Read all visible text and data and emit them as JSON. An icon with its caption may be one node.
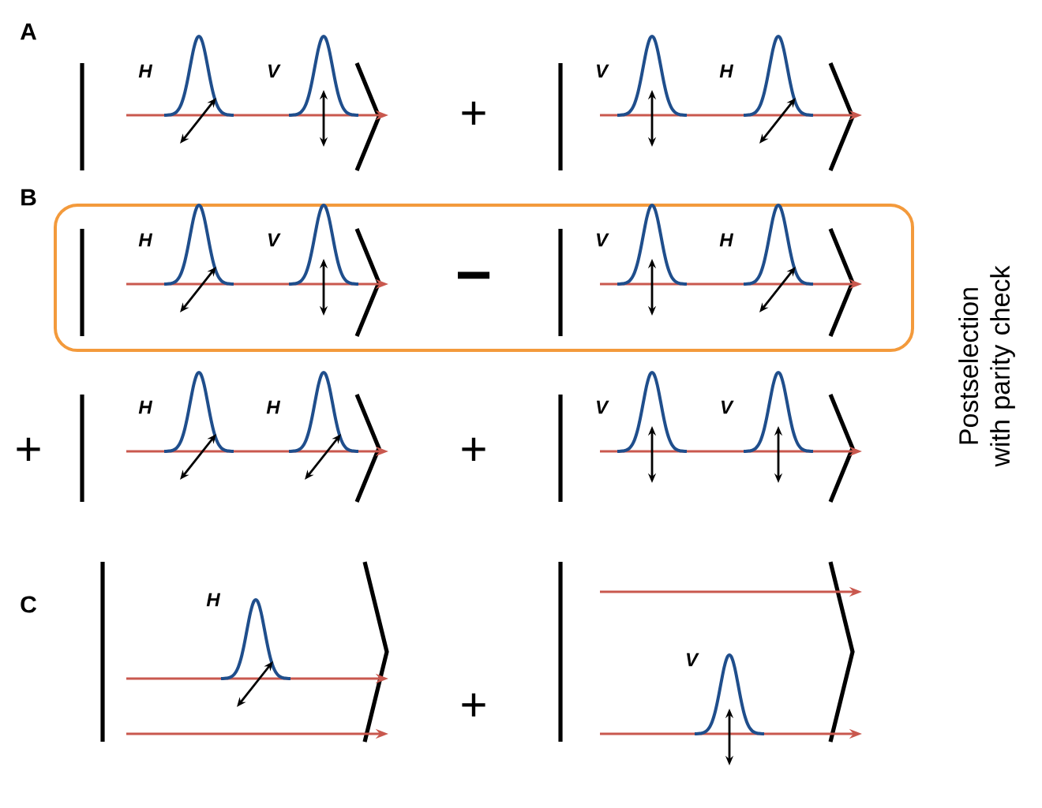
{
  "diagram": {
    "labels": [
      "A",
      "H",
      "V",
      "+",
      "V",
      "H",
      "B",
      "H",
      "V",
      "−",
      "V",
      "H",
      "+",
      "H",
      "H",
      "+",
      "V",
      "V",
      "Postselection with parity check",
      "C",
      "H",
      "+",
      "V"
    ]
  }
}
